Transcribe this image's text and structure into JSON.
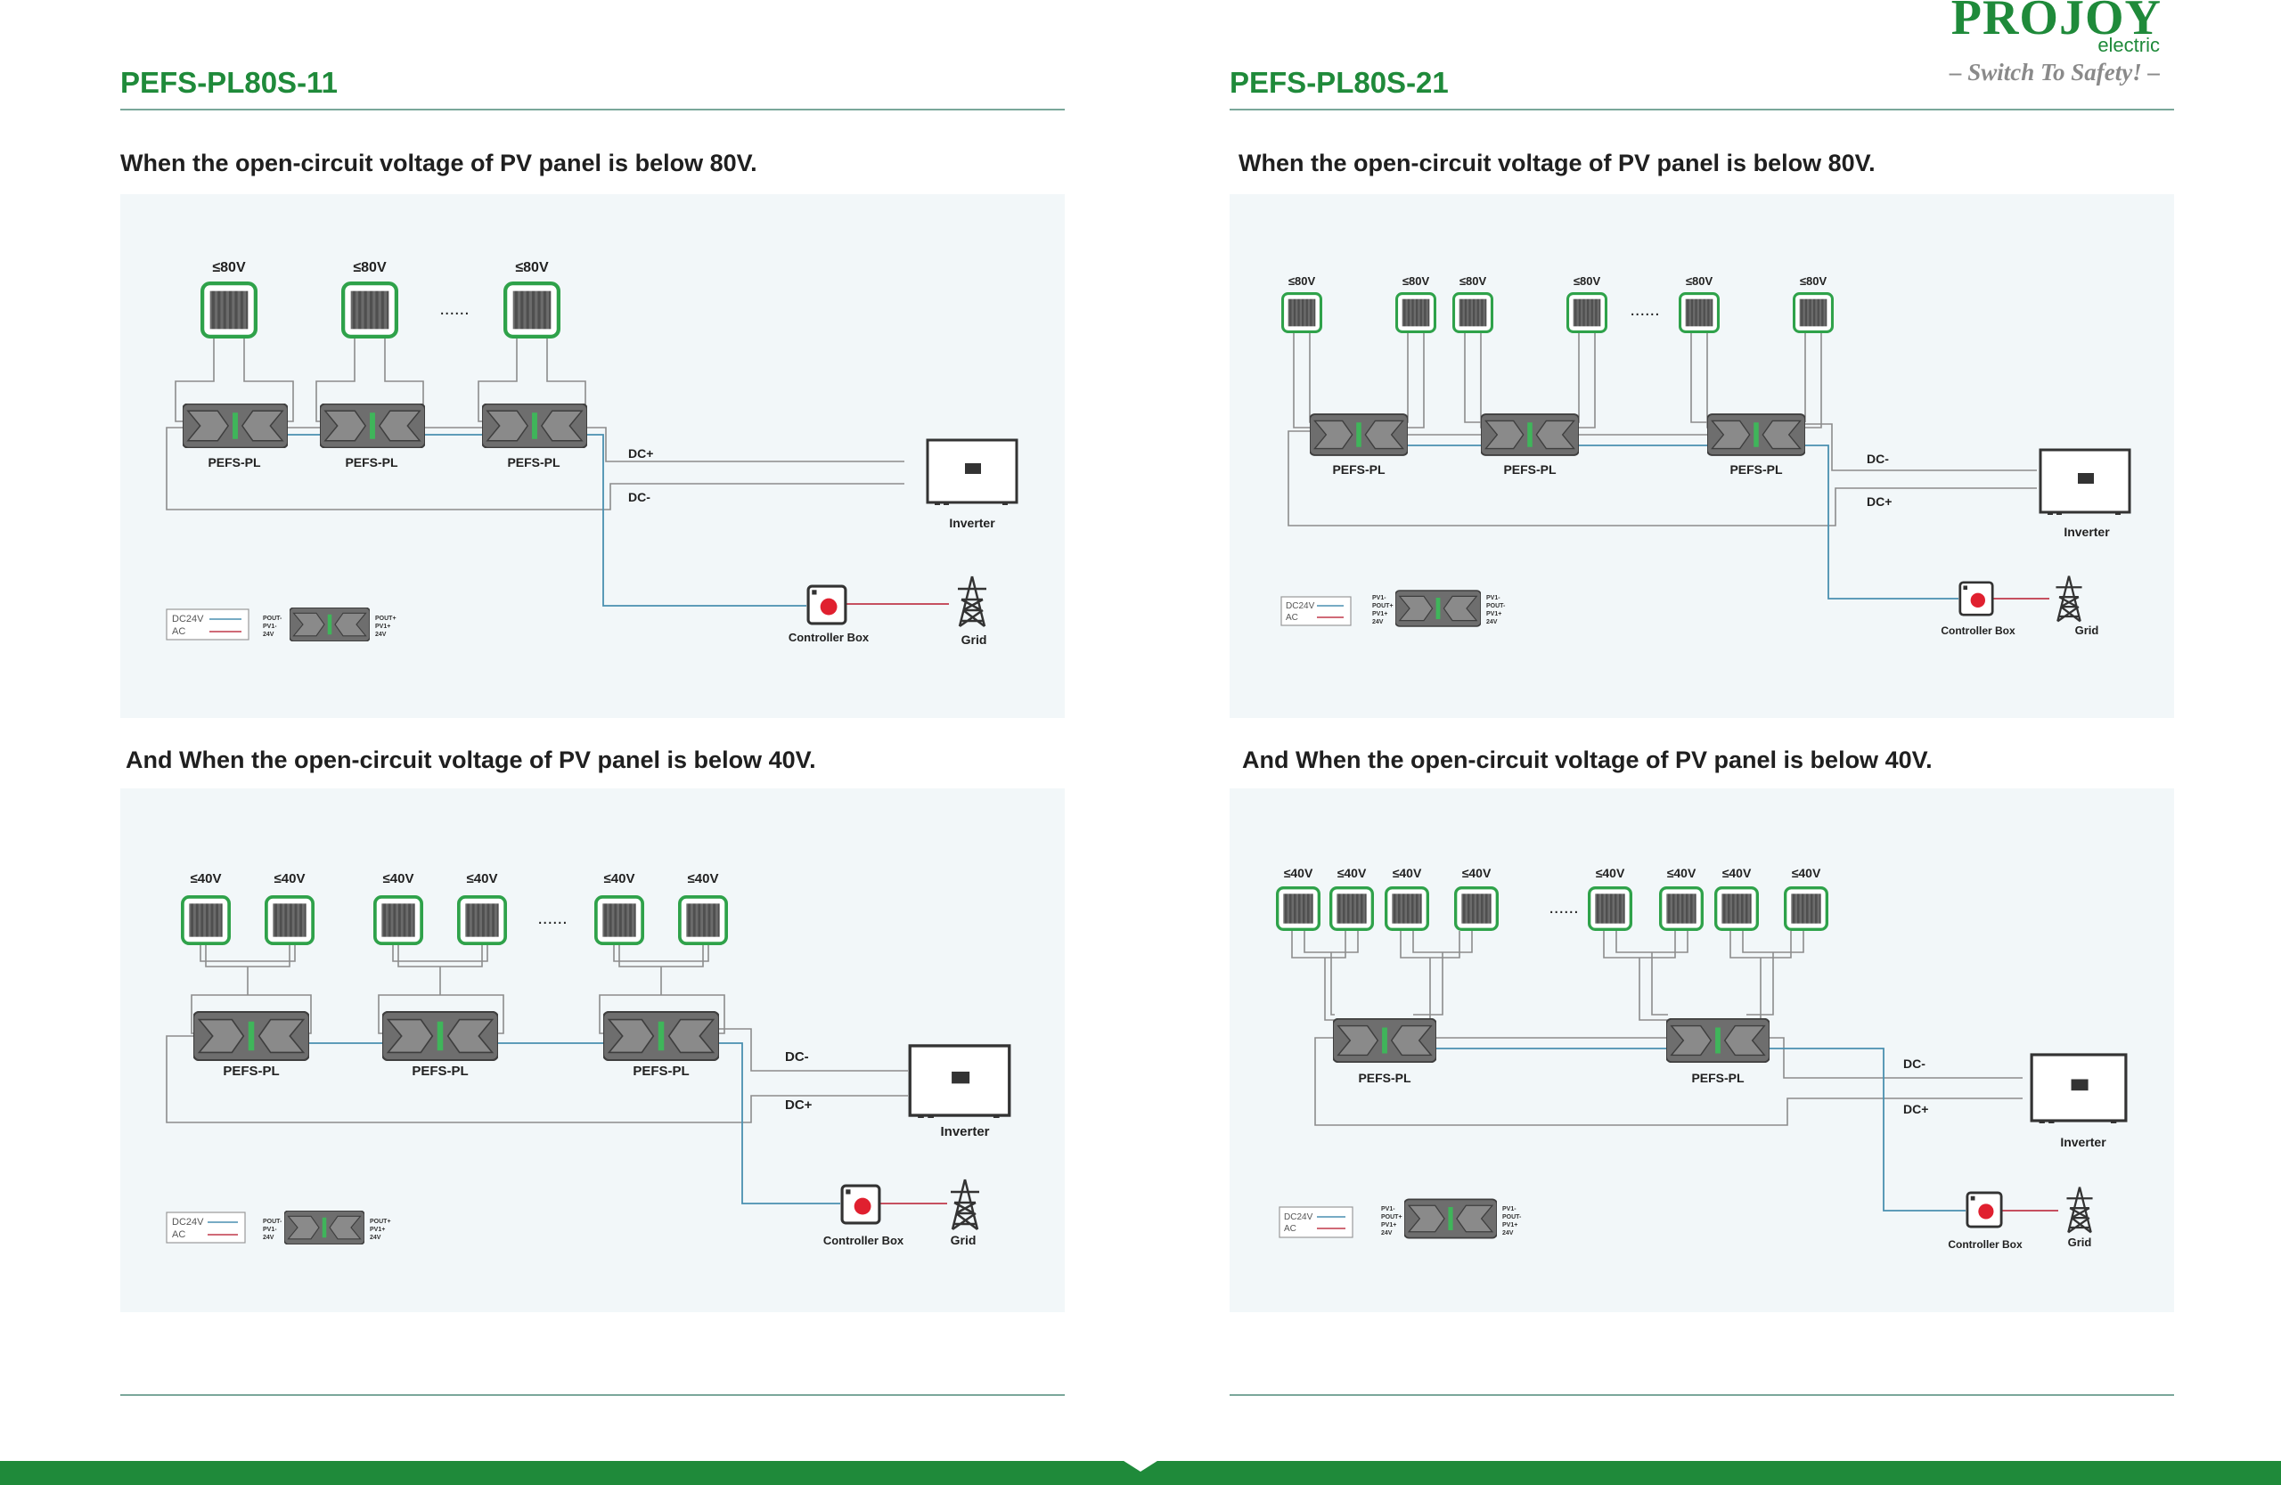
{
  "brand": {
    "name": "PROJOY",
    "sub": "electric",
    "slogan": "– Switch To Safety! –"
  },
  "colors": {
    "brand_green": "#1f8a3a",
    "dc_line": "#4a8fb0",
    "ac_line": "#c0394a",
    "panel_bg": "#f2f7f9"
  },
  "left": {
    "model": "PEFS-PL80S-11",
    "sections": [
      {
        "title": "When the open-circuit voltage of PV panel is below 80V.",
        "pv_labels": [
          "≤80V",
          "≤80V",
          "≤80V"
        ],
        "ellipsis": "......",
        "device_labels": [
          "PEFS-PL",
          "PEFS-PL",
          "PEFS-PL"
        ],
        "dc_plus": "DC+",
        "dc_minus": "DC-",
        "inverter": "Inverter",
        "controller": "Controller Box",
        "grid": "Grid",
        "legend_dc": "DC24V",
        "legend_ac": "AC",
        "pin_left": [
          "POUT-",
          "PV1-",
          "24V"
        ],
        "pin_right": [
          "POUT+",
          "PV1+",
          "24V"
        ]
      },
      {
        "title": "And When the open-circuit voltage of PV panel is below 40V.",
        "pv_labels": [
          "≤40V",
          "≤40V",
          "≤40V",
          "≤40V",
          "≤40V",
          "≤40V"
        ],
        "ellipsis": "......",
        "device_labels": [
          "PEFS-PL",
          "PEFS-PL",
          "PEFS-PL"
        ],
        "dc_minus": "DC-",
        "dc_plus": "DC+",
        "inverter": "Inverter",
        "controller": "Controller Box",
        "grid": "Grid",
        "legend_dc": "DC24V",
        "legend_ac": "AC",
        "pin_left": [
          "POUT-",
          "PV1-",
          "24V"
        ],
        "pin_right": [
          "POUT+",
          "PV1+",
          "24V"
        ]
      }
    ]
  },
  "right": {
    "model": "PEFS-PL80S-21",
    "sections": [
      {
        "title": "When the open-circuit voltage of PV panel is below 80V.",
        "pv_labels": [
          "≤80V",
          "≤80V",
          "≤80V",
          "≤80V",
          "≤80V",
          "≤80V"
        ],
        "ellipsis": "......",
        "device_labels": [
          "PEFS-PL",
          "PEFS-PL",
          "PEFS-PL"
        ],
        "dc_minus": "DC-",
        "dc_plus": "DC+",
        "inverter": "Inverter",
        "controller": "Controller Box",
        "grid": "Grid",
        "legend_dc": "DC24V",
        "legend_ac": "AC",
        "pin_left": [
          "PV1-",
          "POUT+",
          "PV1+",
          "24V"
        ],
        "pin_right": [
          "PV1-",
          "POUT-",
          "PV1+",
          "24V"
        ]
      },
      {
        "title": "And When the open-circuit voltage of PV panel is below 40V.",
        "pv_labels": [
          "≤40V",
          "≤40V",
          "≤40V",
          "≤40V",
          "≤40V",
          "≤40V",
          "≤40V",
          "≤40V"
        ],
        "ellipsis": "......",
        "device_labels": [
          "PEFS-PL",
          "PEFS-PL"
        ],
        "dc_minus": "DC-",
        "dc_plus": "DC+",
        "inverter": "Inverter",
        "controller": "Controller Box",
        "grid": "Grid",
        "legend_dc": "DC24V",
        "legend_ac": "AC",
        "pin_left": [
          "PV1-",
          "POUT+",
          "PV1+",
          "24V"
        ],
        "pin_right": [
          "PV1-",
          "POUT-",
          "PV1+",
          "24V"
        ]
      }
    ]
  }
}
